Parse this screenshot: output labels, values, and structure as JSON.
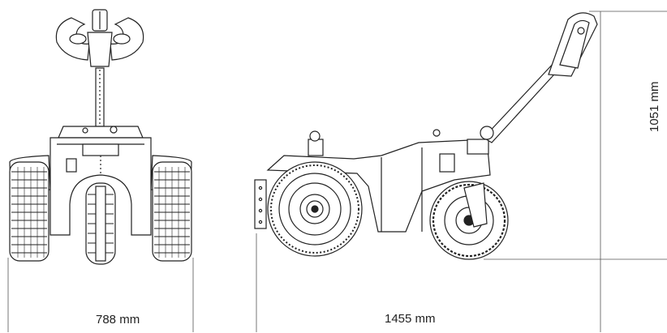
{
  "dimensions": {
    "width": "788 mm",
    "length": "1455 mm",
    "height": "1051 mm"
  }
}
